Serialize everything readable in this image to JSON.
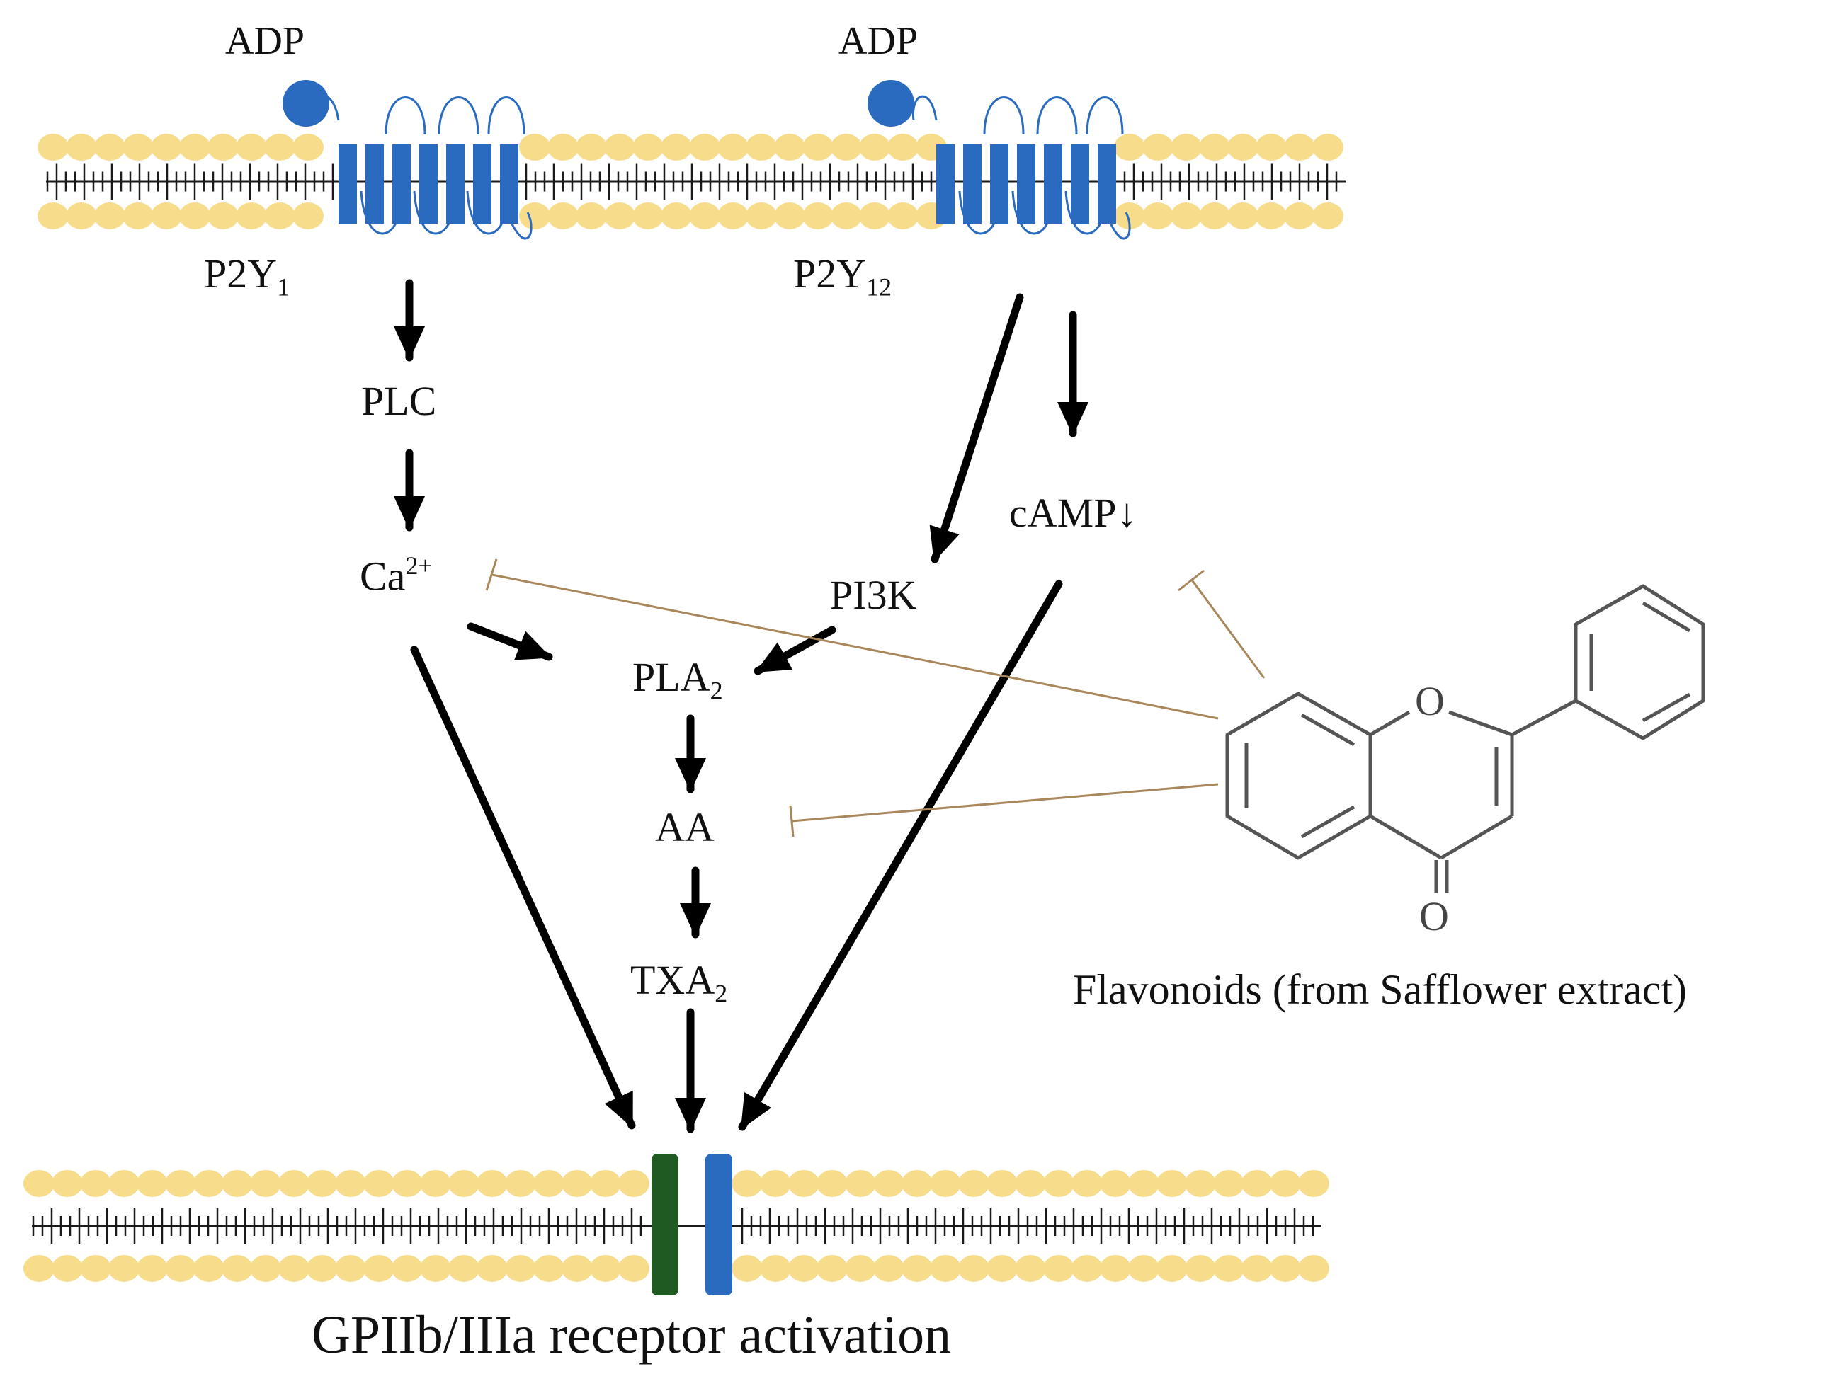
{
  "colors": {
    "membrane_head": "#f7dc8c",
    "membrane_tail": "#1a1a1a",
    "receptor_blue": "#2a6bbf",
    "integrin_green": "#1f5a22",
    "arrow": "#000000",
    "inhibition": "#a8875a",
    "molecule_line": "#555555"
  },
  "labels": {
    "adp_left": "ADP",
    "adp_right": "ADP",
    "p2y1_main": "P2Y",
    "p2y1_sub": "1",
    "p2y12_main": "P2Y",
    "p2y12_sub": "12",
    "plc": "PLC",
    "ca_main": "Ca",
    "ca_sup": "2+",
    "camp": "cAMP↓",
    "pi3k": "PI3K",
    "pla2_main": "PLA",
    "pla2_sub": "2",
    "aa": "AA",
    "txa2_main": "TXA",
    "txa2_sub": "2",
    "molecule_o_ring": "O",
    "molecule_o_carbonyl": "O",
    "flavonoids_caption": "Flavonoids (from Safflower extract)",
    "footer": "GPIIb/IIIa receptor activation"
  }
}
